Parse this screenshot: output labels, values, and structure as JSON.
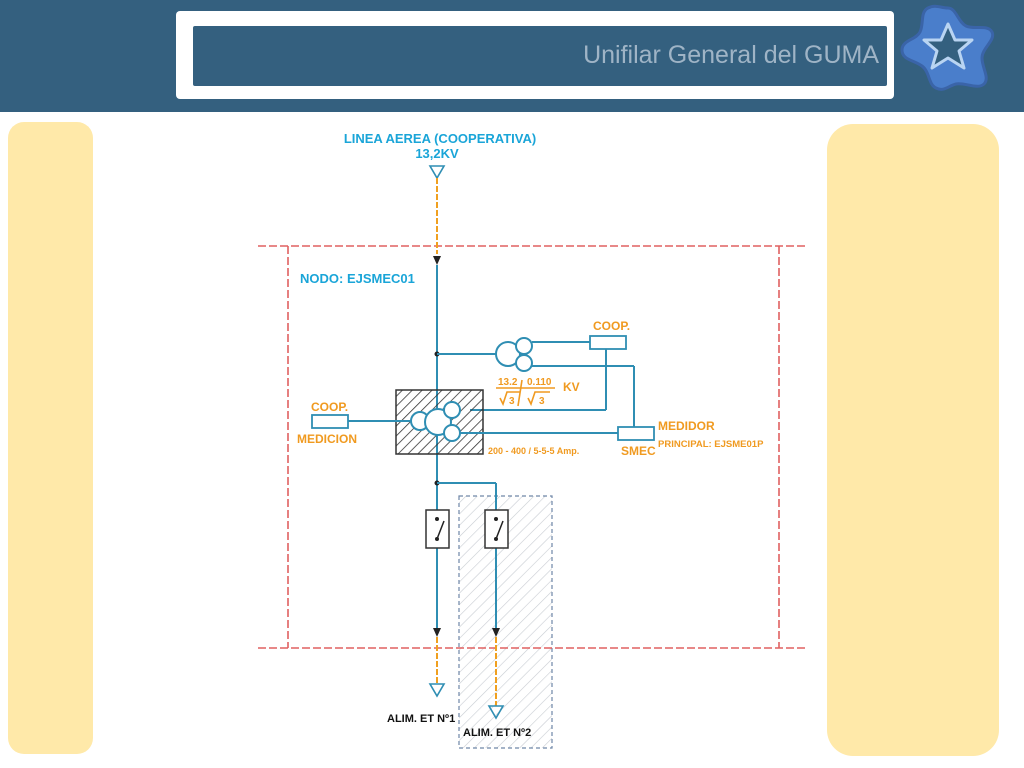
{
  "header": {
    "title": "Unifilar General del GUMA",
    "logo_icon": "star-flower-logo-icon"
  },
  "diagram": {
    "source_line": "LINEA AEREA (COOPERATIVA)",
    "source_voltage": "13,2KV",
    "node_label": "NODO: EJSMEC01",
    "coop_top": "COOP.",
    "ratio_num_left": "13.2",
    "ratio_num_right": "0.110",
    "ratio_den_left": "3",
    "ratio_den_right": "3",
    "ratio_unit": "KV",
    "coop_left": "COOP.",
    "medicion": "MEDICION",
    "medidor": "MEDIDOR",
    "principal": "PRINCIPAL: EJSME01P",
    "current_ratio": "200 - 400 / 5-5-5 Amp.",
    "smec": "SMEC",
    "feeder1": "ALIM. ET Nº1",
    "feeder2": "ALIM. ET Nº2",
    "colors": {
      "line_blue": "#2f8eb3",
      "feed_orange": "#f0a020",
      "boundary_red": "#e06060",
      "label_blue": "#1aa5d8",
      "label_orange": "#f09a20",
      "label_black": "#111111"
    }
  }
}
